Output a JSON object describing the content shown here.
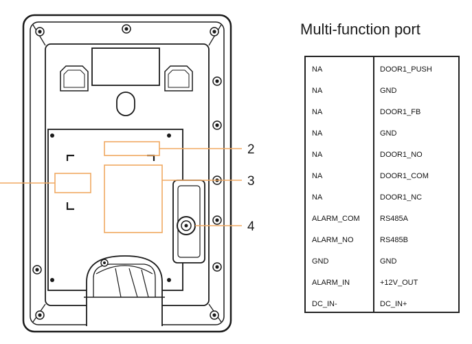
{
  "callouts": [
    {
      "number": "2",
      "label": ""
    },
    {
      "number": "3",
      "label": ""
    },
    {
      "number": "4",
      "label": ""
    }
  ],
  "colors": {
    "callout_box": "#f0a860",
    "outline": "#1a1a1a",
    "device_fill": "#ffffff"
  },
  "port_panel": {
    "title": "Multi-function port",
    "left_pins": [
      "NA",
      "NA",
      "NA",
      "NA",
      "NA",
      "NA",
      "NA",
      "ALARM_COM",
      "ALARM_NO",
      "GND",
      "ALARM_IN",
      "DC_IN-"
    ],
    "right_pins": [
      "DOOR1_PUSH",
      "GND",
      "DOOR1_FB",
      "GND",
      "DOOR1_NO",
      "DOOR1_COM",
      "DOOR1_NC",
      "RS485A",
      "RS485B",
      "GND",
      "+12V_OUT",
      "DC_IN+"
    ]
  }
}
